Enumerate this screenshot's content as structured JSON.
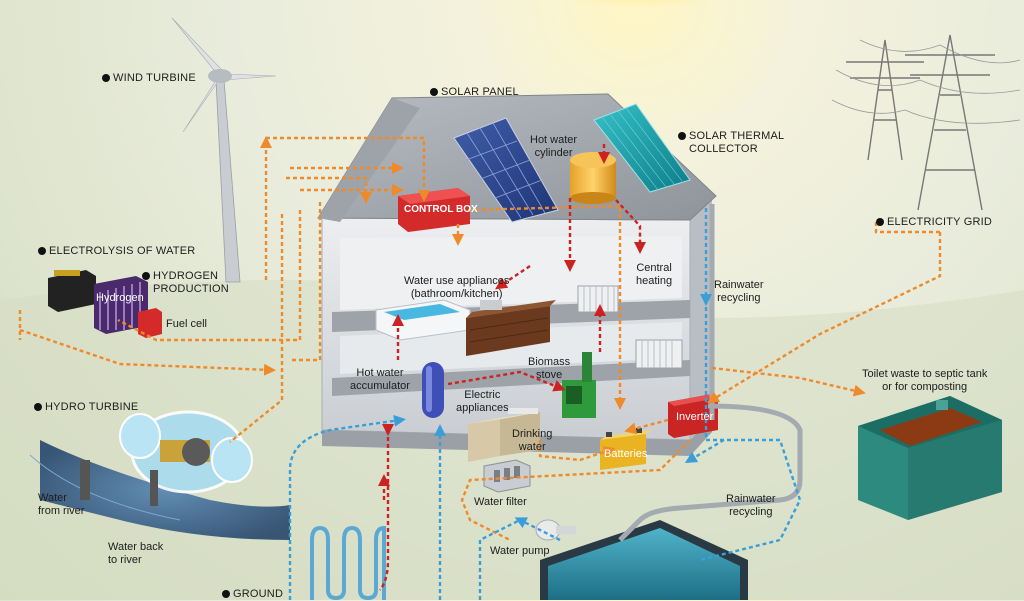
{
  "labels": {
    "wind_turbine": "WIND TURBINE",
    "solar_panel": "SOLAR PANEL",
    "solar_thermal_collector": "SOLAR THERMAL\nCOLLECTOR",
    "hot_water_cylinder": "Hot water\ncylinder",
    "control_box": "CONTROL BOX",
    "electricity_grid": "ELECTRICITY GRID",
    "electrolysis_of_water": "ELECTROLYSIS OF WATER",
    "hydrogen_production": "HYDROGEN\nPRODUCTION",
    "hydrogen": "Hydrogen",
    "fuel_cell": "Fuel cell",
    "water_use_appliances": "Water use appliances\n(bathroom/kitchen)",
    "central_heating": "Central\nheating",
    "rainwater_recycling_upper": "Rainwater\nrecycling",
    "hot_water_accumulator": "Hot water\naccumulator",
    "biomass_stove": "Biomass\nstove",
    "electric_appliances": "Electric\nappliances",
    "drinking_water": "Drinking\nwater",
    "batteries": "Batteries",
    "inverter": "Inverter",
    "toilet_waste": "Toilet waste to septic tank\nor for composting",
    "hydro_turbine": "HYDRO TURBINE",
    "water_from_river": "Water\nfrom river",
    "water_back_to_river": "Water back\nto river",
    "water_filter": "Water filter",
    "water_pump": "Water pump",
    "rainwater_recycling_lower": "Rainwater\nrecycling",
    "ground": "GROUND"
  },
  "colors": {
    "electric_flow": "#ef8a2a",
    "hot_flow": "#cc2222",
    "cold_flow": "#3a9fd8",
    "control_box": "#d42a2a",
    "house_wall": "#d9dce0"
  }
}
